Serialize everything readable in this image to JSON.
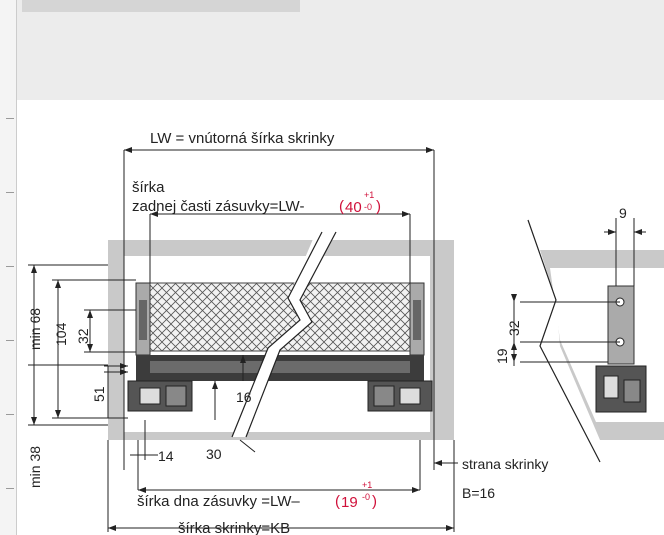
{
  "labels": {
    "lw_title": "LW = vnútorná šírka skrinky",
    "back_width_line1": "šírka",
    "back_width_line2": "zadnej časti zásuvky=LW-",
    "back_width_tol_value": "40",
    "back_width_tol_upper": "+1",
    "back_width_tol_lower": "-0",
    "bottom_width": "šírka dna zásuvky =LW–",
    "bottom_width_tol_value": "19",
    "bottom_width_tol_upper": "+1",
    "bottom_width_tol_lower": "-0",
    "cabinet_width": "šírka skrinky=KB",
    "cabinet_side_line1": "strana skrinky",
    "cabinet_side_line2": "B=16"
  },
  "dimensions": {
    "min68": "min 68",
    "min38": "min 38",
    "d104": "104",
    "d32_left": "32",
    "d51": "51",
    "d16": "16",
    "d14": "14",
    "d30": "30",
    "d9": "9",
    "d32_right": "32",
    "d19": "19"
  },
  "colors": {
    "line": "#222222",
    "accent": "#d0103a",
    "panel": "#c9c9c9",
    "band": "#ececec"
  }
}
